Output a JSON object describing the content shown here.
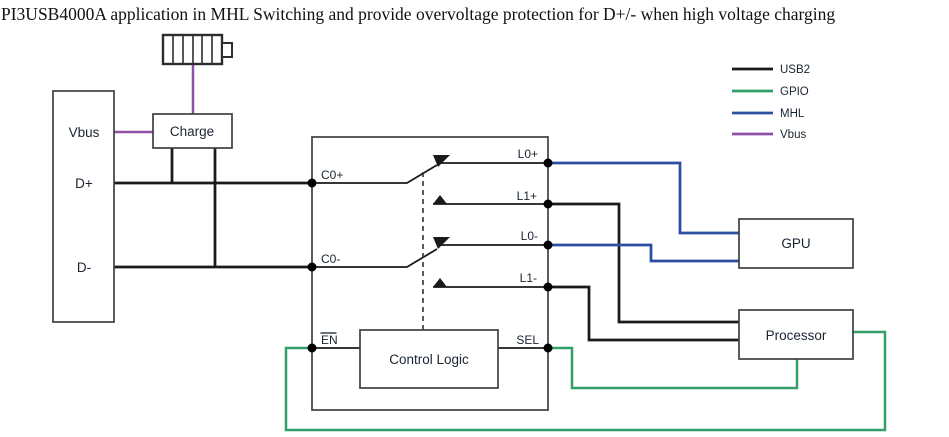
{
  "title": "PI3USB4000A application in MHL Switching and provide overvoltage protection for D+/- when high voltage charging",
  "colors": {
    "usb2_wire": "#1a1a1a",
    "gpio_wire": "#33a06a",
    "mhl_wire": "#2b4fa2",
    "vbus_wire": "#9050a8",
    "block_border": "#3f3f3f",
    "label_text": "#1a2430"
  },
  "icons": {
    "battery": "battery-icon"
  },
  "legend": {
    "items": [
      {
        "label": "USB2",
        "color": "#1a1a1a"
      },
      {
        "label": "GPIO",
        "color": "#33a06a"
      },
      {
        "label": "MHL",
        "color": "#2b4fa2"
      },
      {
        "label": "Vbus",
        "color": "#9050a8"
      }
    ]
  },
  "connector_block": {
    "vbus_label": "Vbus",
    "d_plus_label": "D+",
    "d_minus_label": "D-"
  },
  "charge_block": {
    "label": "Charge"
  },
  "switch_block": {
    "pins": {
      "c0_plus": "C0+",
      "c0_minus": "C0-",
      "l0_plus": "L0+",
      "l1_plus": "L1+",
      "l0_minus": "L0-",
      "l1_minus": "L1-",
      "enable": "EN",
      "select": "SEL"
    },
    "control_logic_label": "Control Logic"
  },
  "gpu_block": {
    "label": "GPU"
  },
  "processor_block": {
    "label": "Processor"
  }
}
